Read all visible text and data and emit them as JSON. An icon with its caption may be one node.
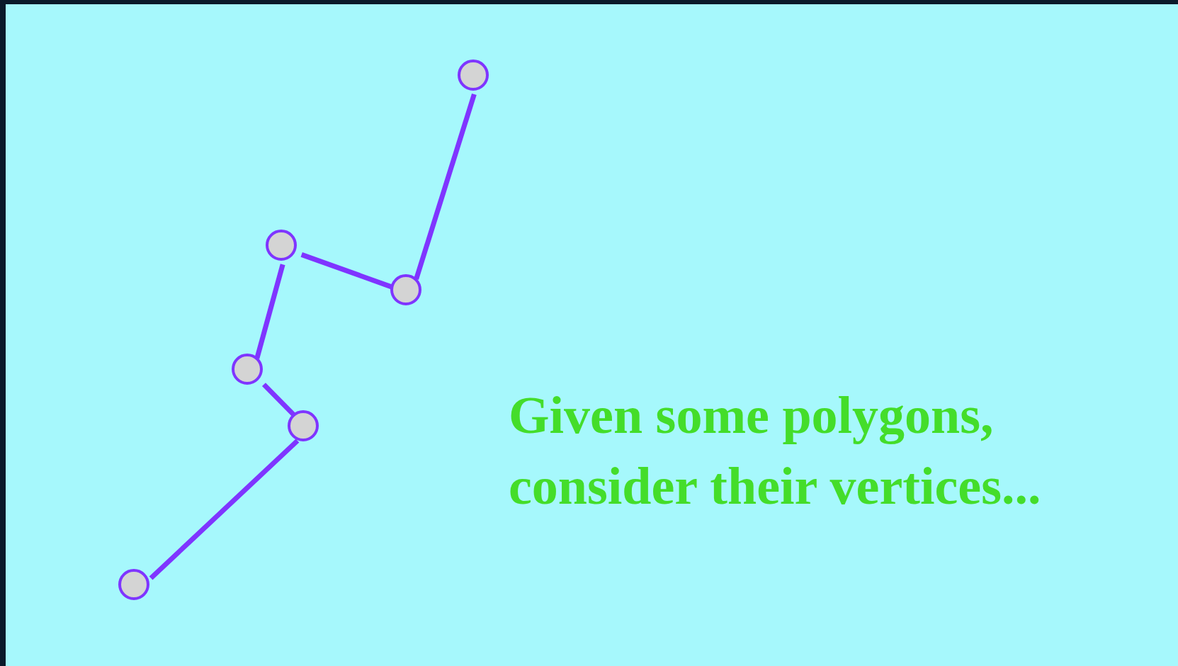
{
  "diagram": {
    "nodes": [
      {
        "text": [],
        "shape": "circle"
      },
      {
        "text": [],
        "shape": "circle"
      },
      {
        "text": [],
        "shape": "circle"
      },
      {
        "text": [],
        "shape": "circle"
      },
      {
        "text": [],
        "shape": "circle"
      },
      {
        "text": [],
        "shape": "circle"
      }
    ],
    "edges": [
      {
        "from": 0,
        "to": 3,
        "arrow": "none"
      },
      {
        "from": 3,
        "to": 1,
        "arrow": "none"
      },
      {
        "from": 1,
        "to": 2,
        "arrow": "none"
      },
      {
        "from": 2,
        "to": 4,
        "arrow": "none"
      },
      {
        "from": 4,
        "to": 5,
        "arrow": "none"
      }
    ],
    "labels": [
      "Given some polygons, consider their vertices..."
    ]
  }
}
